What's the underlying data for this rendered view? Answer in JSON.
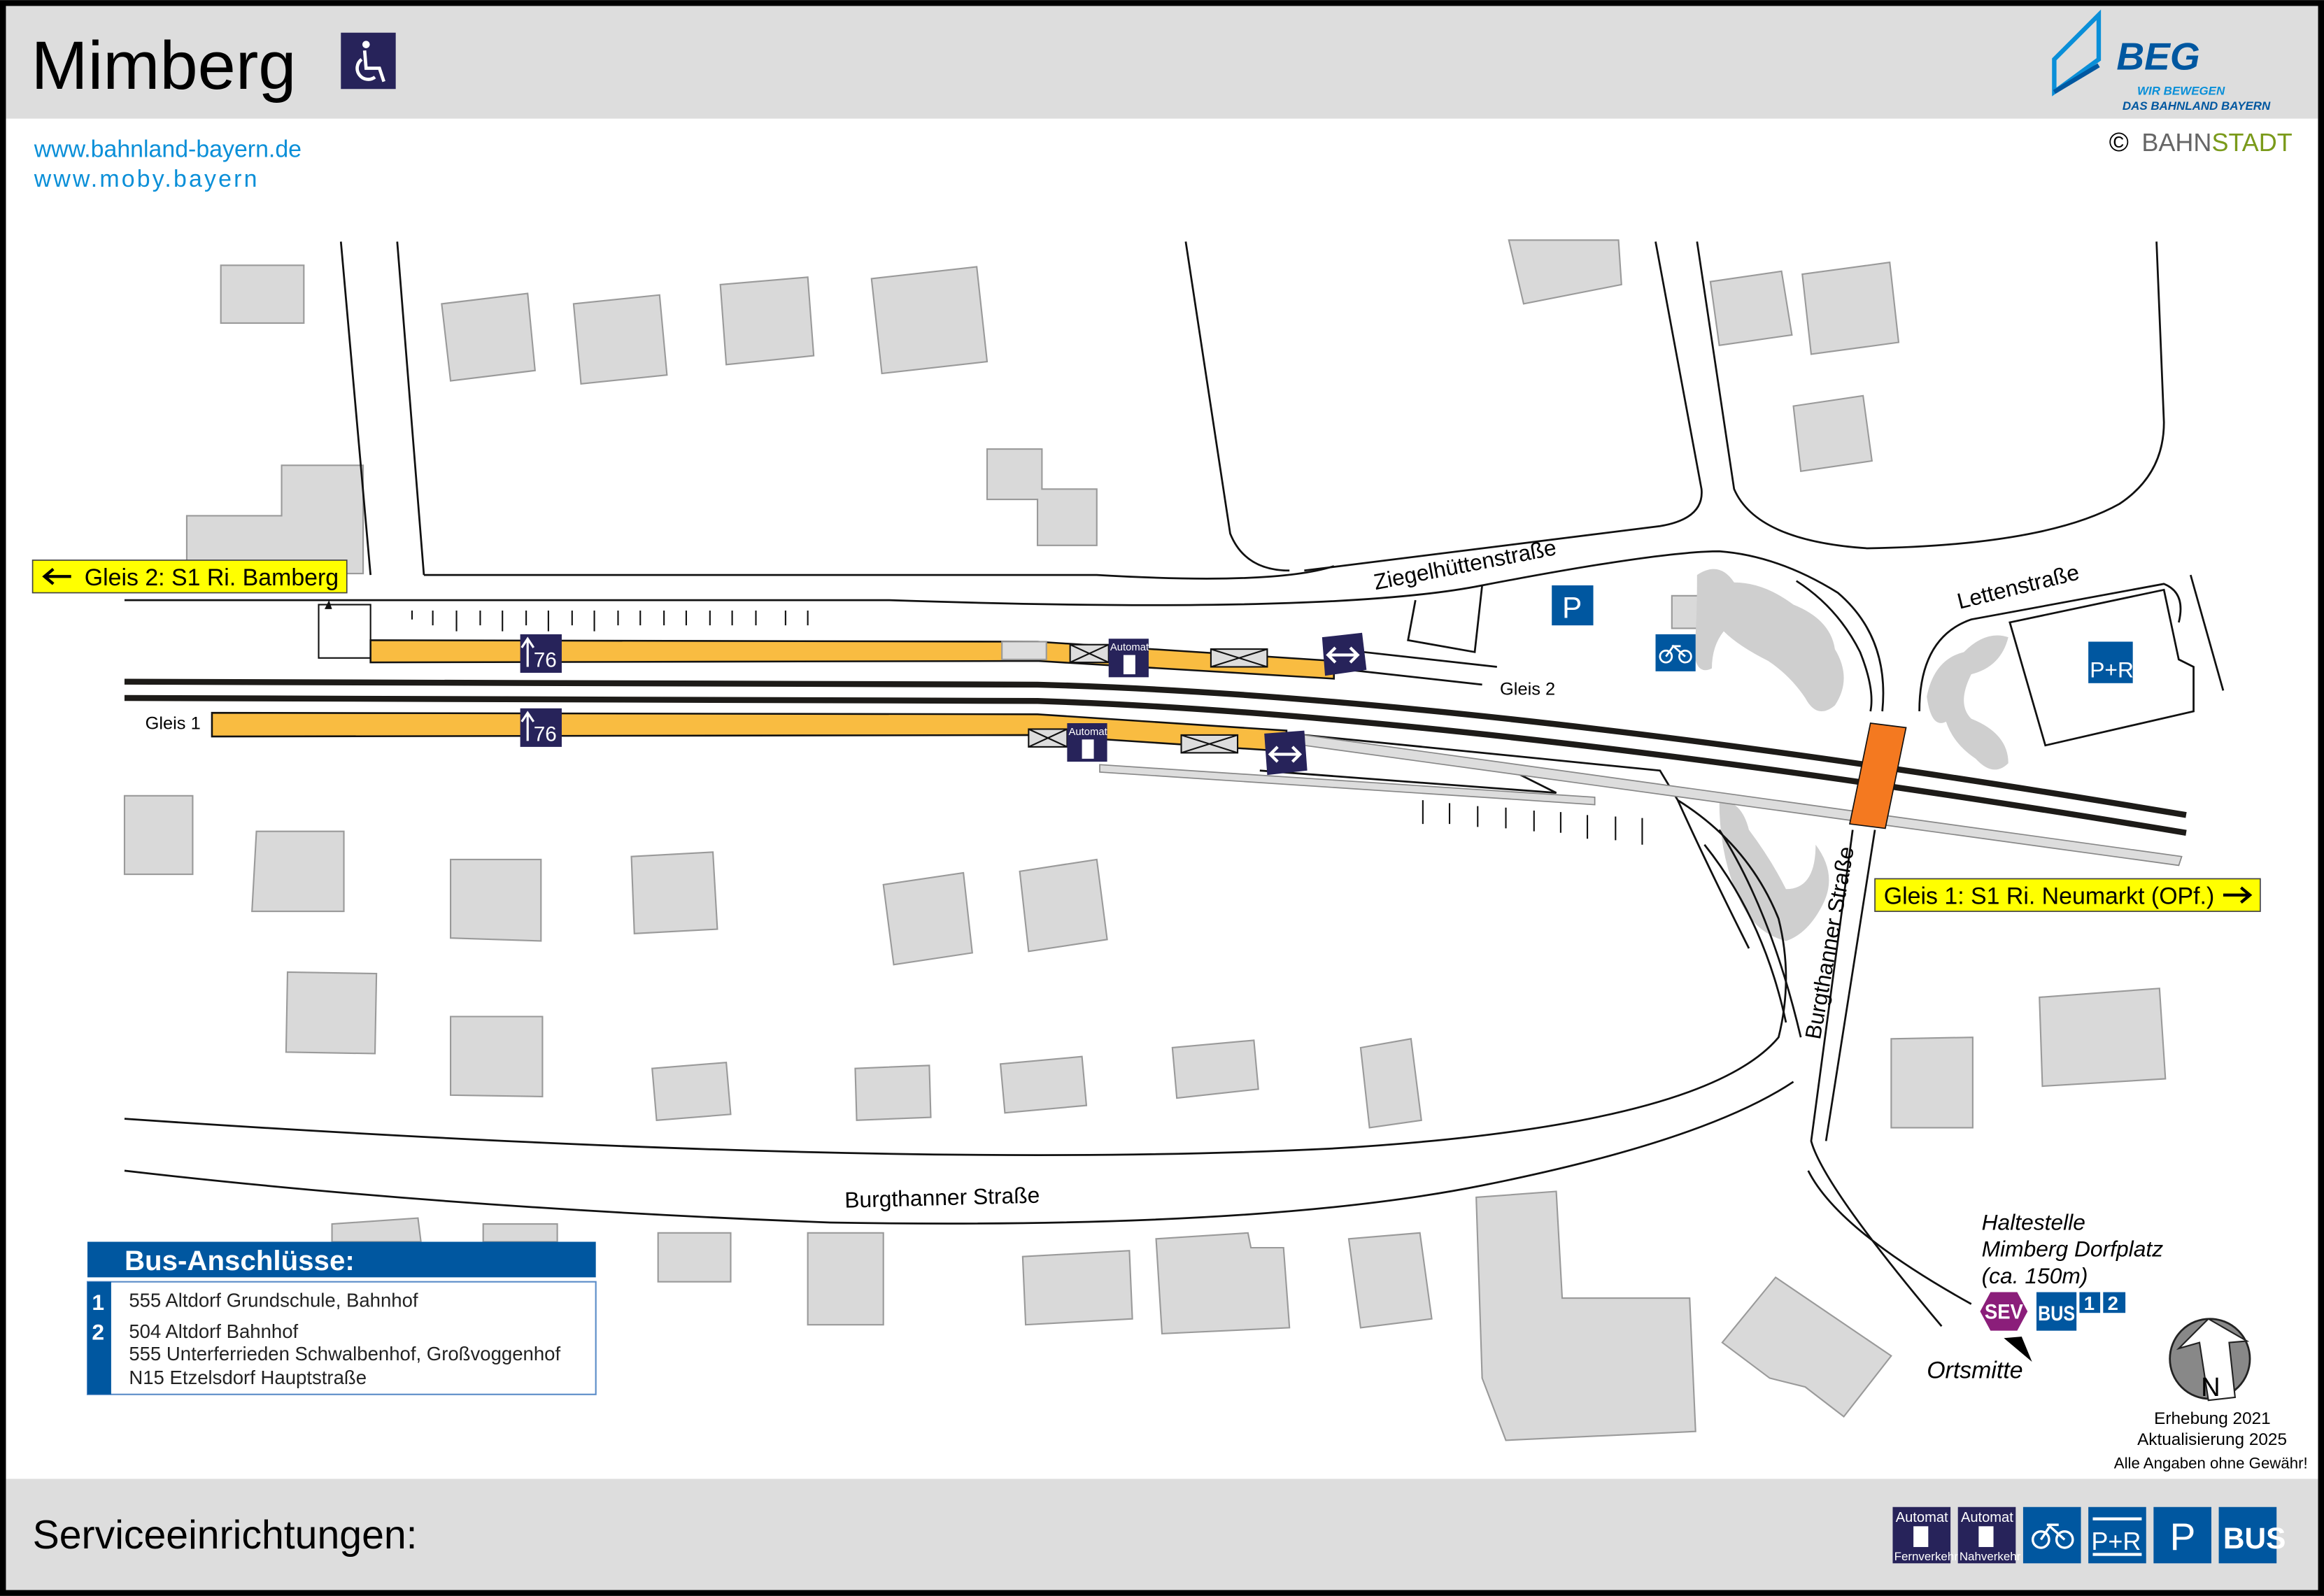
{
  "header": {
    "title": "Mimberg",
    "accessibility_icon": "wheelchair-icon",
    "logo": {
      "name": "BEG",
      "tagline_1": "WIR BEWEGEN",
      "tagline_2": "DAS BAHNLAND BAYERN"
    },
    "links": [
      "www.bahnland-bayern.de",
      "www.moby.bayern"
    ],
    "copyright": {
      "symbol": "©",
      "part1": "BAHN",
      "part2": "STADT"
    }
  },
  "map": {
    "direction_gleis2": "Gleis 2: S1 Ri. Bamberg",
    "direction_gleis1": "Gleis 1: S1 Ri. Neumarkt (OPf.)",
    "track_label_2": "Gleis 2",
    "track_label_1": "Gleis 1",
    "streets": {
      "ziegelhuetten": "Ziegelhüttenstraße",
      "letten": "Lettenstraße",
      "burgthanner_vertical": "Burgthanner Straße",
      "burgthanner_horizontal": "Burgthanner Straße"
    },
    "platform_sign_number": "76",
    "ticket_machine_label": "Automat",
    "parking_label": "P",
    "park_and_ride_label": "P+R",
    "bus_stop": {
      "title_1": "Haltestelle",
      "title_2": "Mimberg Dorfplatz",
      "distance": "(ca. 150m)",
      "sev_label": "SEV",
      "bus_label": "BUS",
      "lines": [
        "1",
        "2"
      ],
      "direction_label": "Ortsmitte"
    },
    "north_label": "N",
    "survey": [
      "Erhebung 2021",
      "Aktualisierung 2025",
      "Alle Angaben ohne Gewähr!"
    ]
  },
  "bus_connections": {
    "title": "Bus-Anschlüsse:",
    "groups": [
      {
        "number": "1",
        "routes": [
          "555 Altdorf Grundschule, Bahnhof"
        ]
      },
      {
        "number": "2",
        "routes": [
          "504 Altdorf Bahnhof",
          "555 Unterferrieden Schwalbenhof, Großvoggenhof",
          "N15 Etzelsdorf Hauptstraße"
        ]
      }
    ]
  },
  "footer": {
    "title": "Serviceeinrichtungen:",
    "icons": [
      {
        "icon": "ticket-machine-icon",
        "top": "Automat",
        "bottom": "Fernverkehr"
      },
      {
        "icon": "ticket-machine-icon",
        "top": "Automat",
        "bottom": "Nahverkehr"
      },
      {
        "icon": "bicycle-icon"
      },
      {
        "icon": "park-and-ride-icon",
        "label": "P+R"
      },
      {
        "icon": "parking-icon",
        "label": "P"
      },
      {
        "icon": "bus-icon",
        "label": "BUS"
      }
    ]
  },
  "colors": {
    "platform": "#f9bc41",
    "brand_blue": "#0057a0",
    "dark_icon": "#27235a",
    "sev": "#8b1e7a",
    "crossing": "#f47920",
    "direction_label": "#ffff00",
    "link": "#0a8fd8"
  }
}
